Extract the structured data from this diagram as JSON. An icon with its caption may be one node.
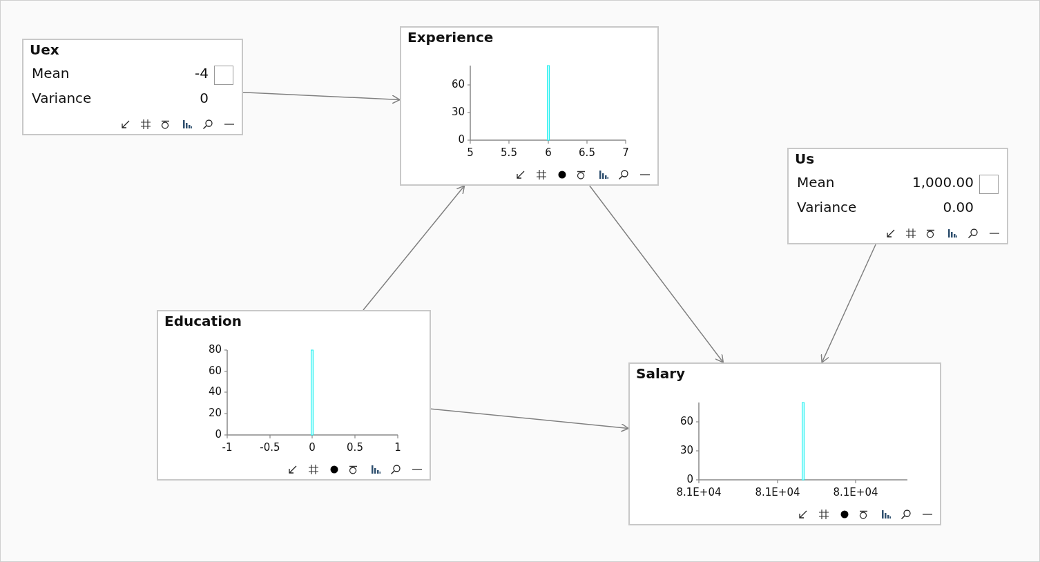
{
  "diagram": {
    "nodes": [
      {
        "text": [
          "Uex",
          "Mean",
          "-4",
          "Variance",
          "0"
        ]
      },
      {
        "text": [
          "Experience",
          "60",
          "30",
          "0",
          "5",
          "5.5",
          "6",
          "6.5",
          "7"
        ]
      },
      {
        "text": [
          "Us",
          "Mean",
          "1,000.00",
          "Variance",
          "0.00"
        ]
      },
      {
        "text": [
          "Education",
          "80",
          "60",
          "40",
          "20",
          "0",
          "-1",
          "-0.5",
          "0",
          "0.5",
          "1"
        ]
      },
      {
        "text": [
          "Salary",
          "60",
          "30",
          "0",
          "8.1E+04",
          "8.1E+04",
          "8.1E+04"
        ]
      }
    ],
    "edges": [
      {
        "from": 0,
        "to": 1,
        "arrow": "to"
      },
      {
        "from": 3,
        "to": 1,
        "arrow": "to"
      },
      {
        "from": 1,
        "to": 4,
        "arrow": "to"
      },
      {
        "from": 2,
        "to": 4,
        "arrow": "to"
      },
      {
        "from": 3,
        "to": 4,
        "arrow": "to"
      }
    ]
  }
}
